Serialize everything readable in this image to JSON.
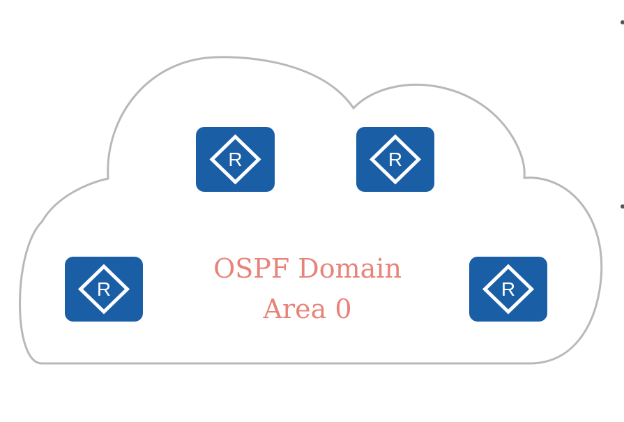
{
  "diagram": {
    "title_line1": "OSPF Domain",
    "title_line2": "Area 0",
    "router_label": "R",
    "colors": {
      "router_fill": "#1a5ea6",
      "router_glyph": "#ffffff",
      "cloud_stroke": "#b8b8b8",
      "domain_text": "#e8837a",
      "background": "#ffffff"
    },
    "routers": [
      {
        "name": "router-top-left"
      },
      {
        "name": "router-top-right"
      },
      {
        "name": "router-bottom-left"
      },
      {
        "name": "router-bottom-right"
      }
    ]
  }
}
